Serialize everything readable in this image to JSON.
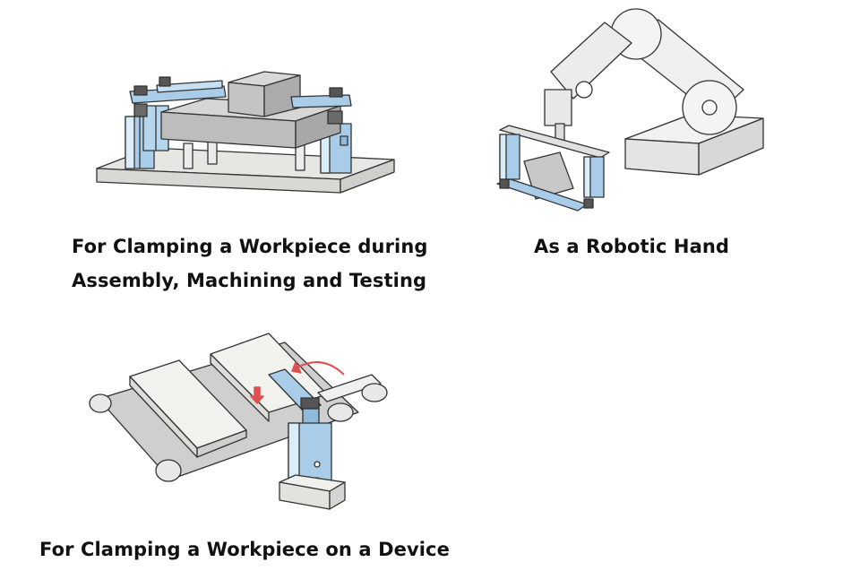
{
  "colors": {
    "outline": "#333333",
    "base_gray": "#e6e6e2",
    "part_gray": "#c8c8c8",
    "cylinder_blue": "#a9cde8",
    "cylinder_light": "#d9ecf8",
    "arm_white": "#f0f0f0",
    "arrow_red": "#e05050",
    "caption_text": "#111111"
  },
  "panels": [
    {
      "id": "assembly",
      "caption_lines": [
        "For Clamping a Workpiece during",
        "Assembly, Machining and Testing"
      ],
      "icon": "fixture-with-swing-clamps-illustration"
    },
    {
      "id": "robot",
      "caption_lines": [
        "As a Robotic Hand"
      ],
      "icon": "robot-arm-with-clamp-gripper-illustration"
    },
    {
      "id": "device",
      "caption_lines": [
        "For Clamping a Workpiece on a Device"
      ],
      "icon": "conveyor-with-swing-clamp-illustration"
    }
  ]
}
